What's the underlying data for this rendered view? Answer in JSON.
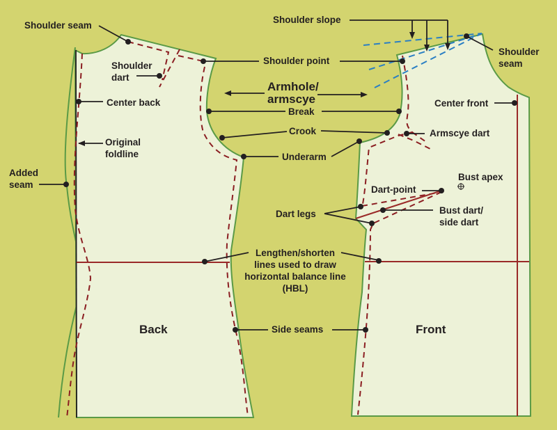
{
  "colors": {
    "background": "#d3d46f",
    "pattern_fill": "#edf2d8",
    "pattern_outline": "#5a9a46",
    "seam_dashed": "#8b1e22",
    "balance_line": "#9a2a28",
    "shoulder_slope_dashed": "#2a7fc4",
    "leader_line": "#231f20"
  },
  "pieces": {
    "back": "Back",
    "front": "Front"
  },
  "labels": {
    "shoulder_seam_back": "Shoulder seam",
    "shoulder_dart": "Shoulder\ndart",
    "center_back": "Center back",
    "original_foldline": "Original\nfoldline",
    "added_seam": "Added\nseam",
    "shoulder_slope": "Shoulder slope",
    "shoulder_point": "Shoulder point",
    "armhole": "Armhole/\narmscye",
    "break": "Break",
    "crook": "Crook",
    "underarm": "Underarm",
    "shoulder_seam_front": "Shoulder\nseam",
    "center_front": "Center front",
    "armscye_dart": "Armscye dart",
    "bust_apex": "Bust apex",
    "dart_point": "Dart-point",
    "dart_legs": "Dart legs",
    "bust_dart": "Bust dart/\nside dart",
    "hbl": "Lengthen/shorten\nlines used to draw\nhorizontal balance line\n(HBL)",
    "side_seams": "Side seams"
  },
  "icons": {
    "bust_apex_marker": "crosshair-circle-icon"
  }
}
